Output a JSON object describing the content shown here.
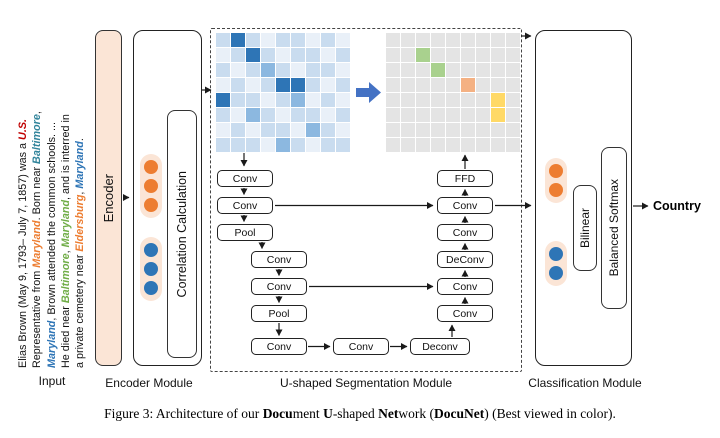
{
  "colors": {
    "entity_orange": "#ed7d31",
    "entity_blue": "#2e75b6",
    "encoder_fill": "#fbe5d6",
    "arrow_blue": "#4472c4"
  },
  "input": {
    "label": "Input",
    "lines": [
      [
        {
          "t": "Elias Brown (May 9, 1793– July 7, 1857) was a "
        },
        {
          "t": "U.S.",
          "c": "#c00000",
          "b": true,
          "i": true
        }
      ],
      [
        {
          "t": "Representative from "
        },
        {
          "t": "Maryland",
          "c": "#ed7d31",
          "b": true,
          "i": true
        },
        {
          "t": ". Born near "
        },
        {
          "t": "Baltimore",
          "c": "#31849b",
          "b": true,
          "i": true
        },
        {
          "t": ","
        }
      ],
      [
        {
          "t": "Maryland",
          "c": "#2e75b6",
          "b": true,
          "i": true
        },
        {
          "t": ", Brown attended the common schools. ..."
        }
      ],
      [
        {
          "t": "He died near "
        },
        {
          "t": "Baltimore",
          "c": "#70ad47",
          "b": true,
          "i": true
        },
        {
          "t": ", "
        },
        {
          "t": "Maryland",
          "c": "#70ad47",
          "b": true,
          "i": true
        },
        {
          "t": ", and is interred in"
        }
      ],
      [
        {
          "t": "a private cemetery near "
        },
        {
          "t": "Eldersburg",
          "c": "#ed7d31",
          "b": true,
          "i": true
        },
        {
          "t": ", "
        },
        {
          "t": "Maryland",
          "c": "#2e75b6",
          "b": true,
          "i": true
        },
        {
          "t": "."
        }
      ]
    ]
  },
  "encoder": {
    "box_label": "Encoder",
    "module_label": "Encoder Module",
    "correlation_label": "Correlation Calculation"
  },
  "segmentation": {
    "module_label": "U-shaped Segmentation Module",
    "boxes": [
      "Conv",
      "Conv",
      "Pool",
      "Conv",
      "Conv",
      "Pool",
      "Conv",
      "Conv",
      "Deconv",
      "Conv",
      "Conv",
      "DeConv",
      "Conv",
      "Conv",
      "FFD"
    ],
    "heatmap_input": {
      "palette": {
        "0": "#e9f0f8",
        "1": "#c9dcef",
        "2": "#8cb8e0",
        "3": "#2e75b6"
      },
      "rows": [
        "131011010",
        "013101101",
        "101210110",
        "010133101",
        "311012010",
        "102101101",
        "010110210",
        "111021011"
      ]
    },
    "heatmap_output": {
      "palette": {
        "w": "#e4e4e4",
        "g": "#a9d18e",
        "o": "#f4b183",
        "y": "#ffd966"
      },
      "rows": [
        "wwwwwwwww",
        "wwgwwwwww",
        "wwwgwwwww",
        "wwwwwowww",
        "wwwwwwwyw",
        "wwwwwwwyw",
        "wwwwwwwww",
        "wwwwwwwww"
      ]
    }
  },
  "classification": {
    "module_label": "Classification Module",
    "bilinear_label": "Bilinear",
    "softmax_label": "Balanced Softmax",
    "output_label": "Country"
  },
  "caption": {
    "segments": [
      {
        "t": "Figure 3: Architecture of our "
      },
      {
        "t": "Docu",
        "b": true
      },
      {
        "t": "ment "
      },
      {
        "t": "U",
        "b": true
      },
      {
        "t": "-shaped "
      },
      {
        "t": "Net",
        "b": true
      },
      {
        "t": "work ("
      },
      {
        "t": "DocuNet",
        "b": true
      },
      {
        "t": ") (Best viewed in color)."
      }
    ]
  }
}
